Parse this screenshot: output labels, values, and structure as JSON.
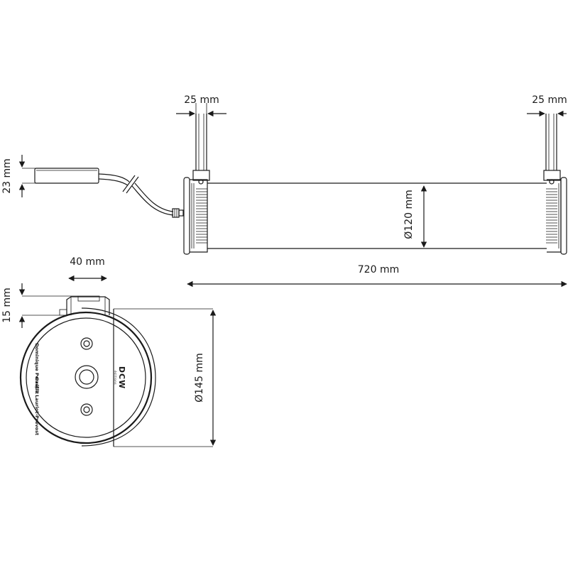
{
  "dimensions": {
    "bracket_left_width": "25 mm",
    "bracket_right_width": "25 mm",
    "driver_height": "23 mm",
    "tube_diameter": "Ø120 mm",
    "tube_length": "720 mm",
    "mount_width": "40 mm",
    "mount_height": "15 mm",
    "cap_diameter": "Ø145 mm"
  },
  "endcap_labels": {
    "logo_line_1": "DCW",
    "logo_line_2": "éditions",
    "designer_line_1": "Dominique Perrault",
    "separator": "|",
    "designer_line_2": "Gaëlle Lauriot-Prévost"
  }
}
